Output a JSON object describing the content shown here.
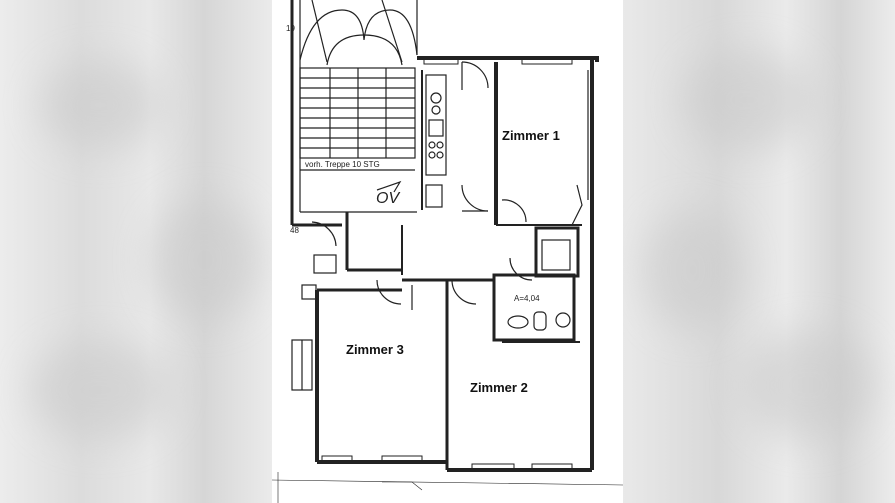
{
  "plan": {
    "rooms": [
      {
        "id": "room1",
        "label": "Zimmer 1"
      },
      {
        "id": "room2",
        "label": "Zimmer 2"
      },
      {
        "id": "room3",
        "label": "Zimmer 3"
      }
    ],
    "stair_label": "vorh. Treppe 10 STG",
    "stair_mark": "OV",
    "bath_label": "A=4,04",
    "edge_mark_top": "19",
    "edge_mark_left": "48"
  }
}
